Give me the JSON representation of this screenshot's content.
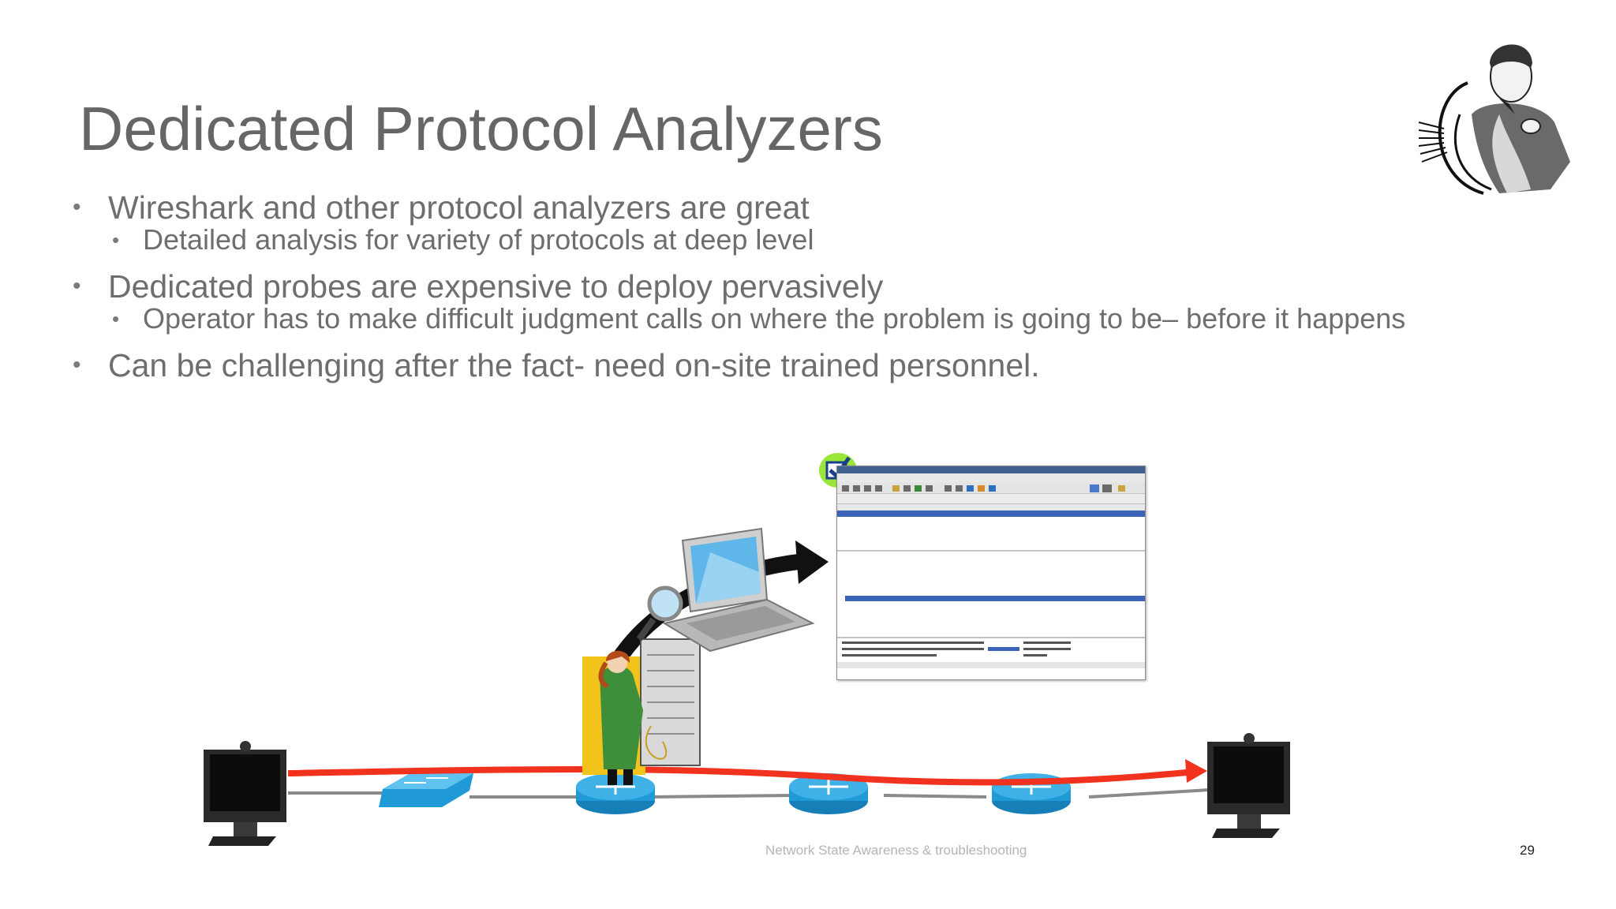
{
  "slide": {
    "title": "Dedicated Protocol Analyzers",
    "bullets": [
      {
        "text": "Wireshark and other protocol analyzers are great",
        "sub": [
          "Detailed analysis for variety of protocols at deep level"
        ]
      },
      {
        "text": "Dedicated probes are expensive to deploy pervasively",
        "sub": [
          "Operator has to make difficult judgment calls on where the problem is going to be– before it happens"
        ]
      },
      {
        "text": "Can be challenging after the fact- need on-site trained personnel.",
        "sub": []
      }
    ],
    "footer": "Network State Awareness & troubleshooting",
    "page_number": "29"
  },
  "diagram": {
    "path_color": "#f0321e",
    "link_color": "#8a8a8a",
    "device_color": "#1f9ad6",
    "icons": [
      "video-endpoint-icon",
      "switch-icon",
      "router-icon",
      "router-icon",
      "router-icon",
      "video-endpoint-icon",
      "laptop-icon",
      "magnifier-icon",
      "technician-icon",
      "presenter-icon"
    ]
  }
}
